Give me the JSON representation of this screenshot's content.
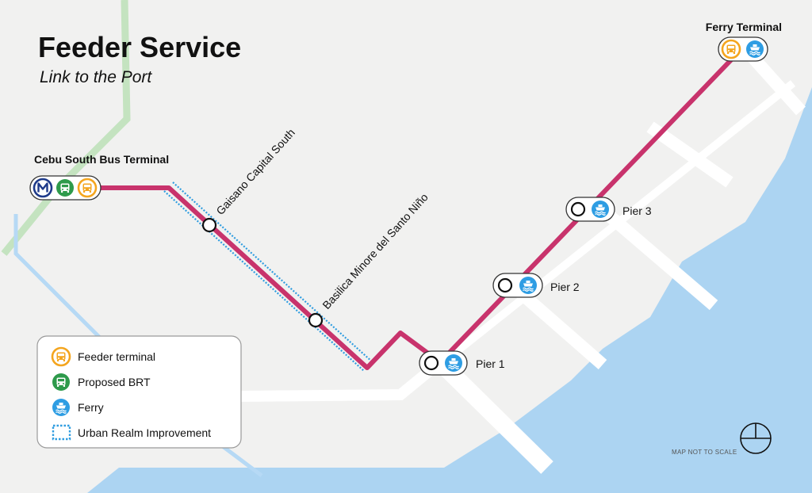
{
  "map": {
    "title": "Feeder Service",
    "subtitle": "Link to the Port",
    "scale_note": "MAP NOT TO SCALE",
    "colors": {
      "land": "#f1f1f0",
      "water": "#acd4f2",
      "road": "#ffffff",
      "route": "#c8336c",
      "urban_realm": "#2f9de0",
      "brt_line": "#c4e3c0",
      "ferry_line": "#b6d9f5",
      "feeder": "#f4a51e",
      "brt": "#2e9a4b",
      "ferry": "#2e9de3",
      "metro": "#1e3a8a"
    },
    "terminals": [
      {
        "name": "Cebu South Bus Terminal",
        "icons": [
          "metro-icon",
          "brt-bus-icon",
          "feeder-bus-icon"
        ]
      },
      {
        "name": "Ferry Terminal",
        "icons": [
          "feeder-bus-icon",
          "ferry-icon"
        ]
      }
    ],
    "stops": [
      {
        "name": "Gaisano Capital South"
      },
      {
        "name": "Basilica Minore del Santo Niño"
      },
      {
        "name": "Pier 1",
        "icons": [
          "ferry-icon"
        ]
      },
      {
        "name": "Pier 2",
        "icons": [
          "ferry-icon"
        ]
      },
      {
        "name": "Pier 3",
        "icons": [
          "ferry-icon"
        ]
      }
    ],
    "legend": [
      {
        "label": "Feeder terminal",
        "icon": "feeder-bus-icon"
      },
      {
        "label": "Proposed BRT",
        "icon": "brt-bus-icon"
      },
      {
        "label": "Ferry",
        "icon": "ferry-icon"
      },
      {
        "label": "Urban Realm Improvement",
        "icon": "dotted-square-icon"
      }
    ],
    "north_symbol": "compass-icon"
  }
}
